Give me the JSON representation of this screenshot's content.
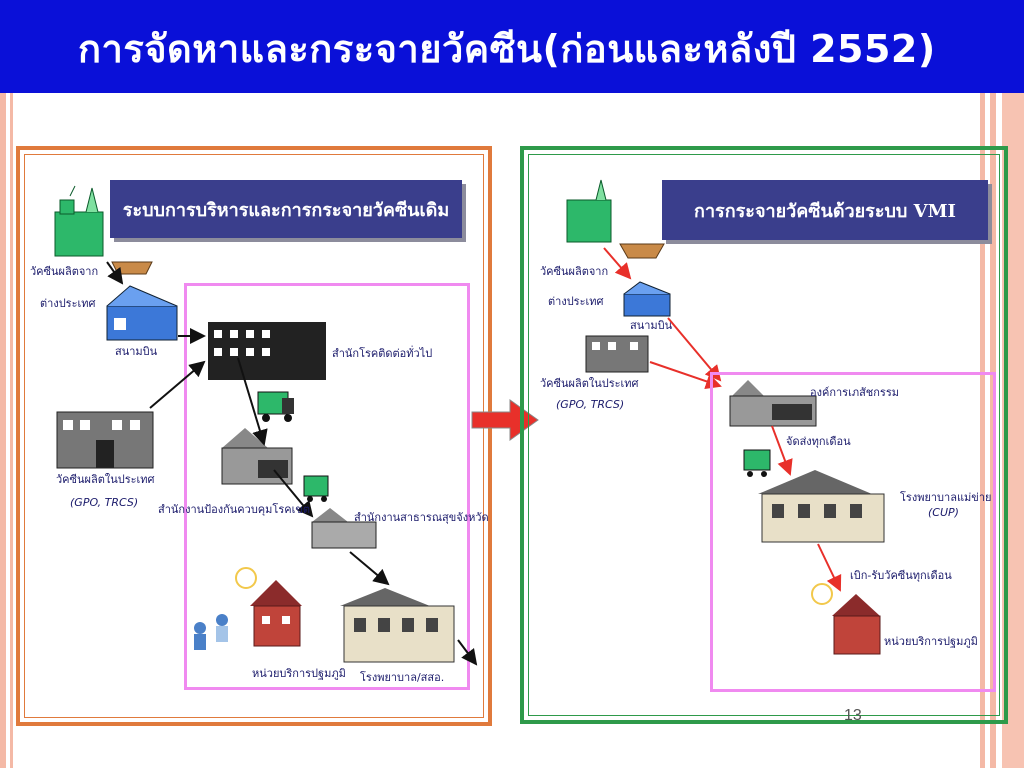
{
  "slide": {
    "title": "การจัดหาและกระจายวัคซีน(ก่อนและหลังปี 2552)",
    "page_number": "13"
  },
  "left_panel": {
    "banner": "ระบบการบริหารและการกระจายวัคซีนเดิม",
    "labels": {
      "foreign_line1": "วัคซีนผลิตจาก",
      "foreign_line2": "ต่างประเทศ",
      "airport": "สนามบิน",
      "central_office": "สำนักโรคติดต่อทั่วไป",
      "domestic_line1": "วัคซีนผลิตในประเทศ",
      "domestic_line2": "(GPO, TRCS)",
      "disease_office": "สำนักงานป้องกันควบคุมโรคเขต",
      "provincial_office": "สำนักงานสาธารณสุขจังหวัด",
      "pcu": "หน่วยบริการปฐมภูมิ",
      "hospital": "โรงพยาบาล/สสอ."
    }
  },
  "right_panel": {
    "banner": "การกระจายวัคซีนด้วยระบบ VMI",
    "labels": {
      "foreign_line1": "วัคซีนผลิตจาก",
      "foreign_line2": "ต่างประเทศ",
      "airport": "สนามบิน",
      "domestic_line1": "วัคซีนผลิตในประเทศ",
      "domestic_line2": "(GPO, TRCS)",
      "gpo": "องค์การเภสัชกรรม",
      "monthly_delivery": "จัดส่งทุกเดือน",
      "cup_line1": "โรงพยาบาลแม่ข่าย",
      "cup_line2": "(CUP)",
      "monthly_withdraw": "เบิก-รับวัคซีนทุกเดือน",
      "pcu": "หน่วยบริการปฐมภูมิ"
    }
  },
  "colors": {
    "header_bg": "#0a10d8",
    "left_frame": "#e07a3c",
    "right_frame": "#2e9a4a",
    "banner_bg": "#3a3e8c",
    "highlight_box": "#f08af0",
    "flow_arrow": "#e8302a"
  }
}
